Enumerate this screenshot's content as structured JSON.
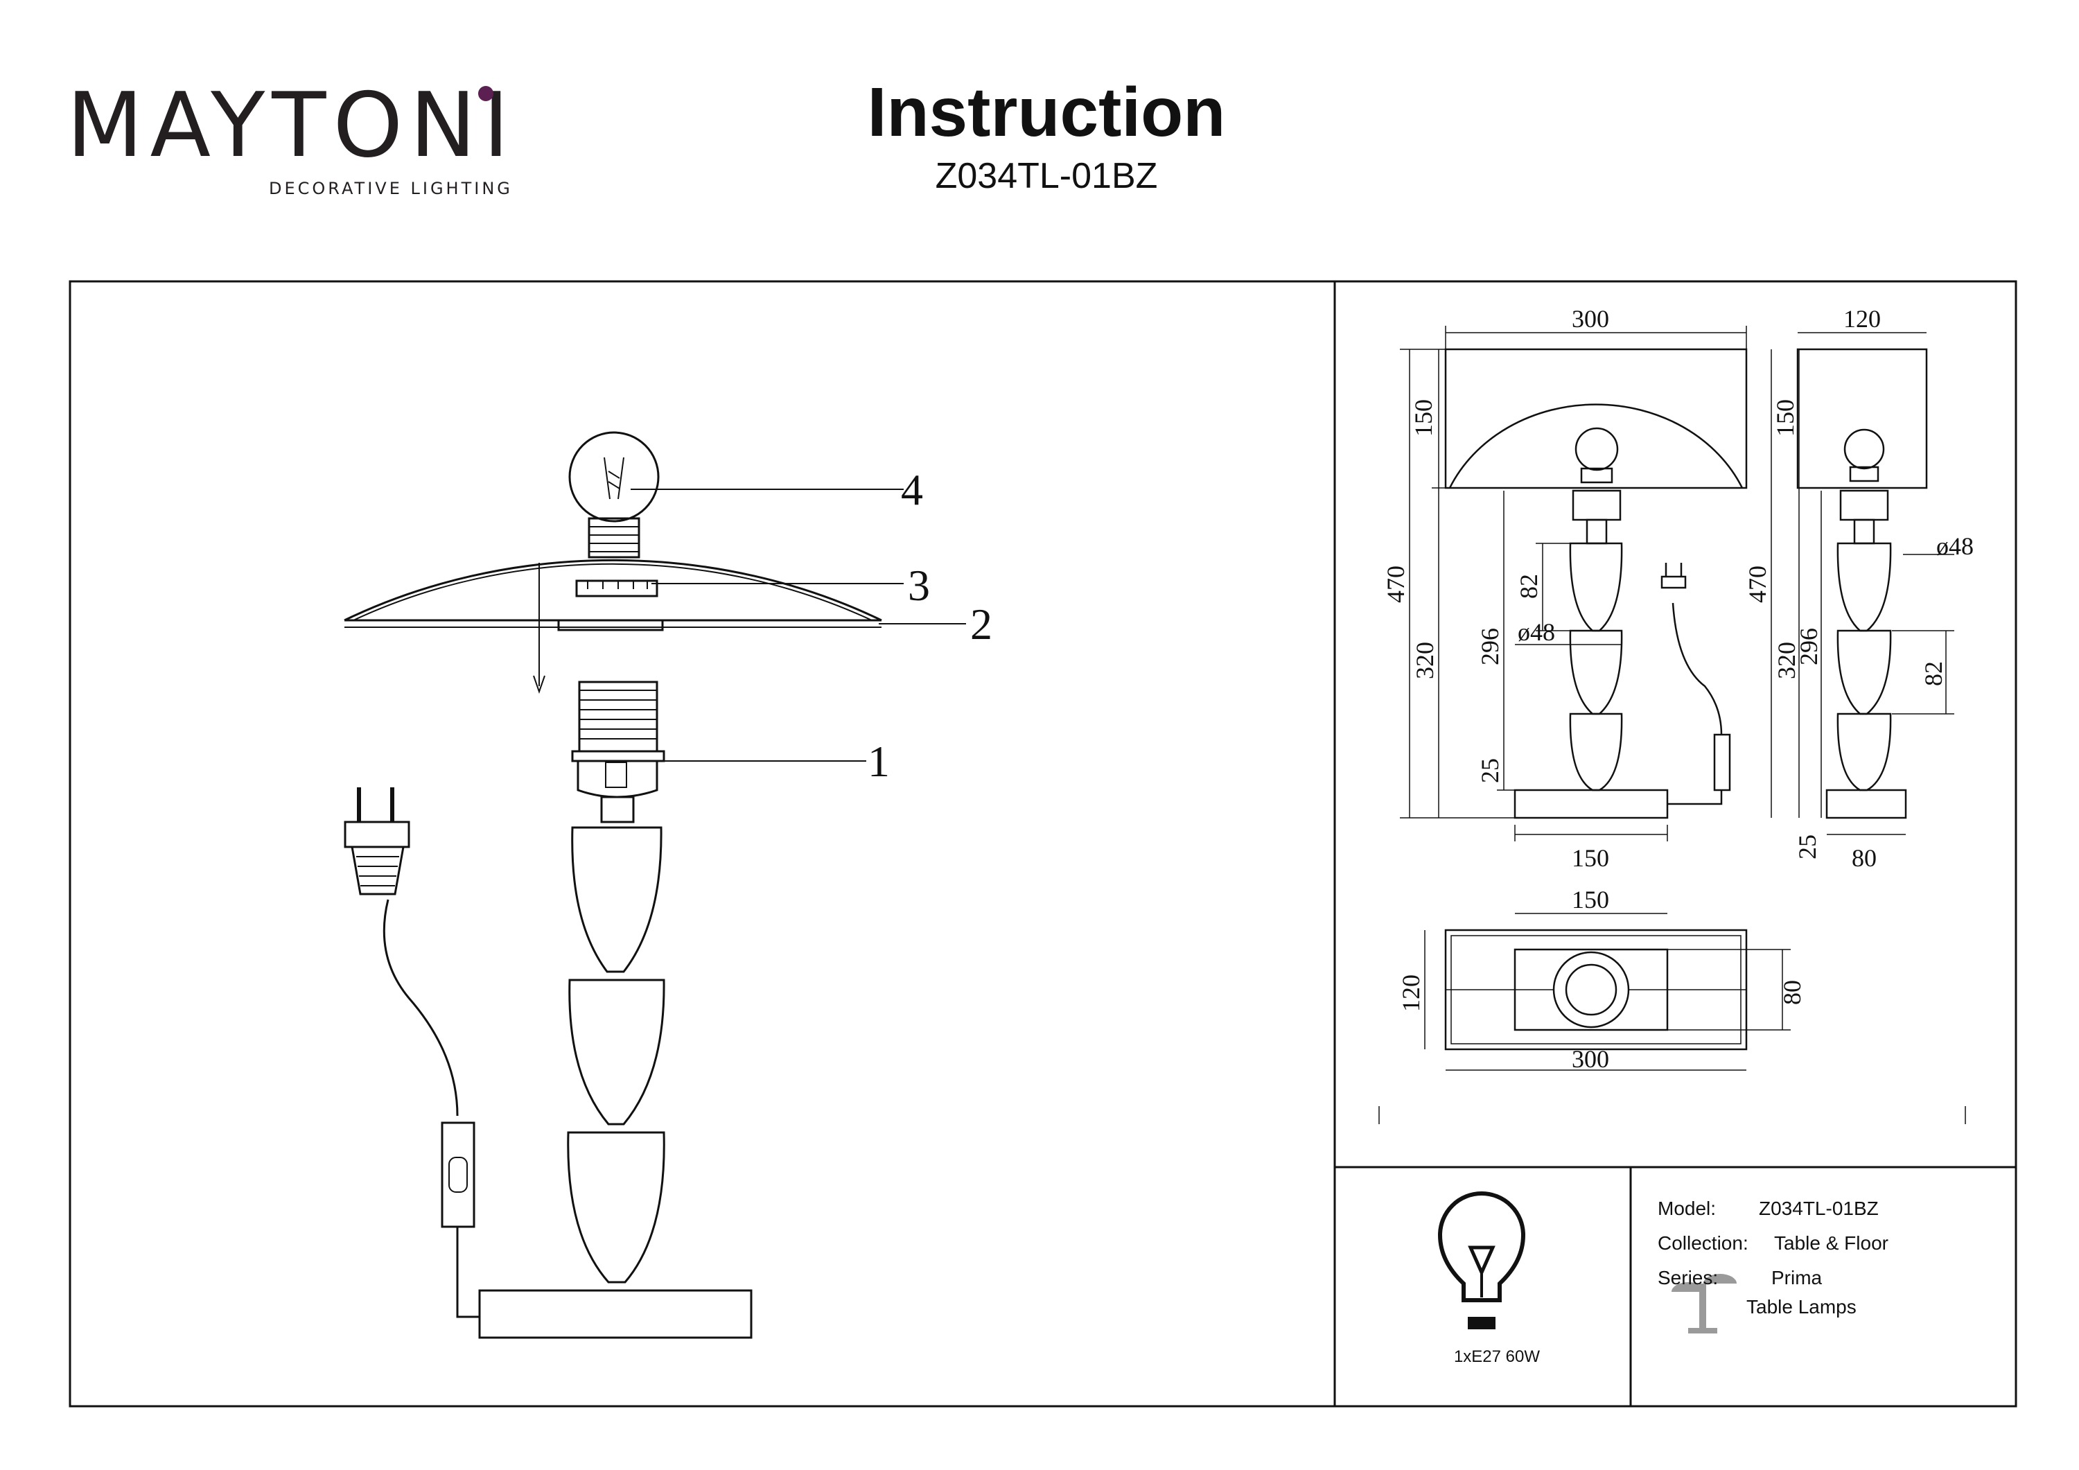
{
  "brand": {
    "name": "MAYTONI",
    "tagline": "DECORATIVE LIGHTING",
    "accent_color": "#5b1f52"
  },
  "header": {
    "title": "Instruction",
    "model": "Z034TL-01BZ"
  },
  "assembly": {
    "callouts": [
      "4",
      "3",
      "2",
      "1"
    ]
  },
  "dimensions": {
    "front": {
      "shade_width": "300",
      "shade_height": "150",
      "total_height": "470",
      "base_to_shade": "320",
      "body_height": "296",
      "segment_height": "82",
      "diameter": "ø48",
      "base_height": "25",
      "base_width": "150"
    },
    "side": {
      "shade_depth": "120",
      "shade_height": "150",
      "total_height": "470",
      "base_to_shade": "320",
      "body_height": "296",
      "segment_height": "82",
      "diameter": "ø48",
      "base_height": "25",
      "base_depth": "80"
    },
    "top": {
      "base_width": "150",
      "shade_depth": "120",
      "base_depth": "80",
      "shade_width": "300"
    }
  },
  "bulb": {
    "spec": "1xE27 60W"
  },
  "info": {
    "model_label": "Model:",
    "model_value": "Z034TL-01BZ",
    "collection_label": "Collection:",
    "collection_value": "Table & Floor",
    "series_label": "Series:",
    "series_value": "Prima",
    "type_value": "Table Lamps"
  }
}
